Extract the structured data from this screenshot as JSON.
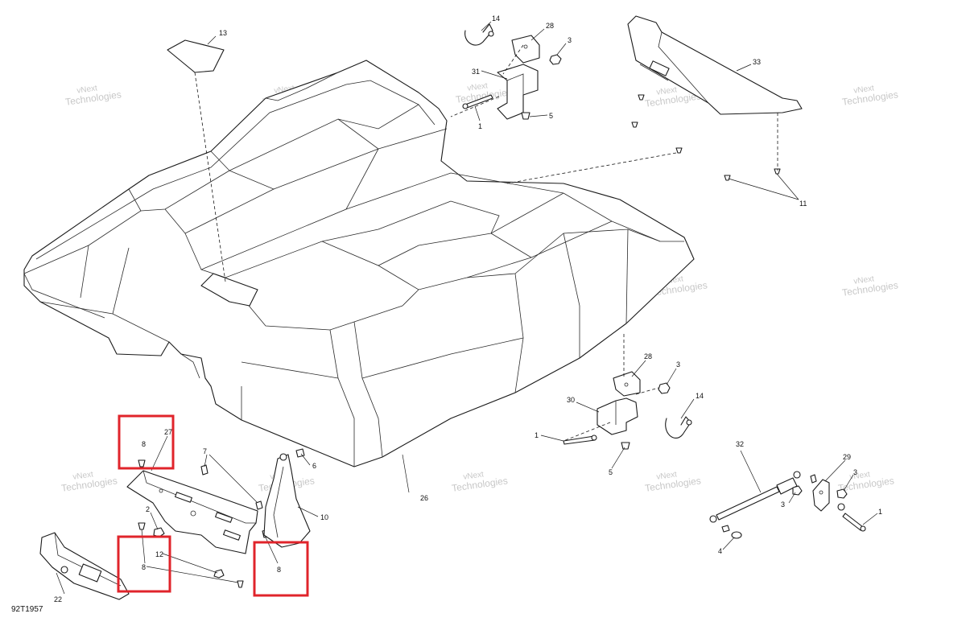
{
  "figure_code": "92T1957",
  "watermark_lines": [
    "vNext",
    "Technologies"
  ],
  "callouts": {
    "c1a": "1",
    "c1b": "1",
    "c1c": "1",
    "c2": "2",
    "c3a": "3",
    "c3b": "3",
    "c3c": "3",
    "c3d": "3",
    "c4": "4",
    "c5a": "5",
    "c5b": "5",
    "c6": "6",
    "c7": "7",
    "c8a": "8",
    "c8b": "8",
    "c8c": "8",
    "c10": "10",
    "c11": "11",
    "c12": "12",
    "c13": "13",
    "c14a": "14",
    "c14b": "14",
    "c22": "22",
    "c26": "26",
    "c27": "27",
    "c28a": "28",
    "c28b": "28",
    "c29": "29",
    "c30": "30",
    "c31": "31",
    "c32": "32",
    "c33": "33"
  },
  "highlight_color": "#e0242b"
}
